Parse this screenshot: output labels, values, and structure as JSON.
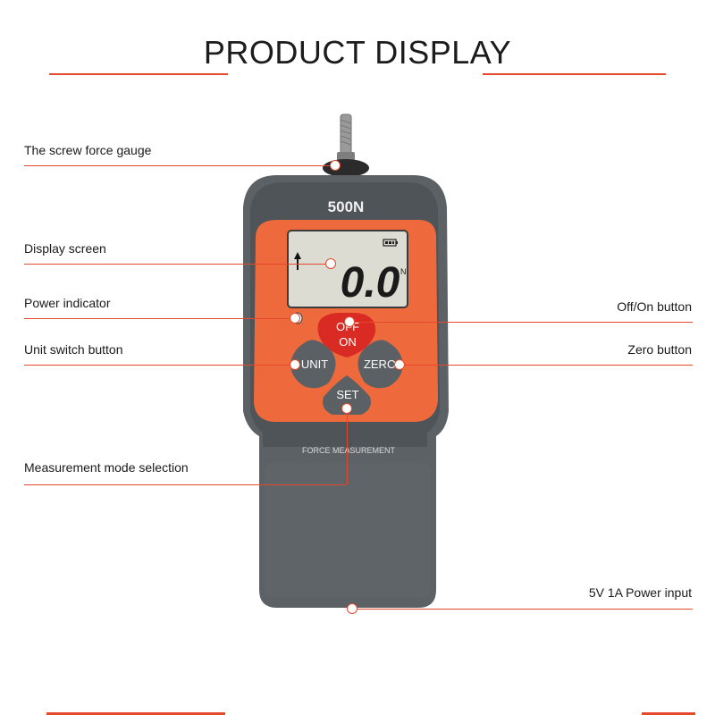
{
  "header": {
    "title": "PRODUCT DISPLAY"
  },
  "device": {
    "model": "500N",
    "reading": "0.0",
    "unit": "N",
    "brand_strip": "FORCE MEASUREMENT",
    "buttons": {
      "power_line1": "OFF",
      "power_line2": "ON",
      "unit": "UNIT",
      "zero": "ZERO",
      "set": "SET"
    }
  },
  "callouts": {
    "screw": "The screw force gauge",
    "display": "Display screen",
    "power_indicator": "Power indicator",
    "unit_switch": "Unit switch button",
    "mode": "Measurement mode selection",
    "off_on": "Off/On button",
    "zero": "Zero button",
    "power_input": "5V 1A Power input"
  },
  "colors": {
    "accent": "#e4492c",
    "body_gray": "#5c6166",
    "orange_panel": "#ee6a3c",
    "power_button": "#d92b24",
    "lcd": "#dcdcd2"
  }
}
